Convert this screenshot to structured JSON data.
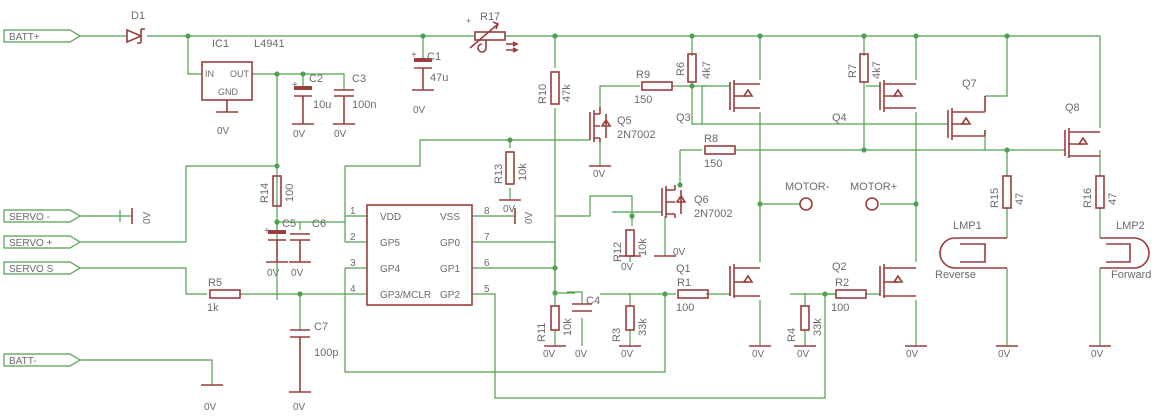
{
  "ports": {
    "batt_plus": "BATT+",
    "servo_minus": "SERVO -",
    "servo_plus": "SERVO +",
    "servo_s": "SERVO S",
    "batt_minus": "BATT-"
  },
  "gnd": "0V",
  "d1": {
    "name": "D1"
  },
  "ic1": {
    "name": "IC1",
    "value": "L4941",
    "pin_in": "IN",
    "pin_out": "OUT",
    "pin_gnd": "GND"
  },
  "c1": {
    "name": "C1",
    "value": "47u"
  },
  "c2": {
    "name": "C2",
    "value": "10u"
  },
  "c3": {
    "name": "C3",
    "value": "100n"
  },
  "c4": {
    "name": "C4"
  },
  "c5": {
    "name": "C5"
  },
  "c6": {
    "name": "C6"
  },
  "c7": {
    "name": "C7",
    "value": "100p"
  },
  "r1": {
    "name": "R1",
    "value": "100"
  },
  "r2": {
    "name": "R2",
    "value": "100"
  },
  "r3": {
    "name": "R3",
    "value": "33k"
  },
  "r4": {
    "name": "R4",
    "value": "33k"
  },
  "r5": {
    "name": "R5",
    "value": "1k"
  },
  "r6": {
    "name": "R6",
    "value": "4k7"
  },
  "r7": {
    "name": "R7",
    "value": "4k7"
  },
  "r8": {
    "name": "R8",
    "value": "150"
  },
  "r9": {
    "name": "R9",
    "value": "150"
  },
  "r10": {
    "name": "R10",
    "value": "47k"
  },
  "r11": {
    "name": "R11",
    "value": "10k"
  },
  "r12": {
    "name": "R12",
    "value": "10k"
  },
  "r13": {
    "name": "R13",
    "value": "10k"
  },
  "r14": {
    "name": "R14",
    "value": "100"
  },
  "r15": {
    "name": "R15",
    "value": "47"
  },
  "r16": {
    "name": "R16",
    "value": "47"
  },
  "r17": {
    "name": "R17"
  },
  "q1": {
    "name": "Q1"
  },
  "q2": {
    "name": "Q2"
  },
  "q3": {
    "name": "Q3"
  },
  "q4": {
    "name": "Q4"
  },
  "q5": {
    "name": "Q5",
    "value": "2N7002"
  },
  "q6": {
    "name": "Q6",
    "value": "2N7002"
  },
  "q7": {
    "name": "Q7"
  },
  "q8": {
    "name": "Q8"
  },
  "mcu": {
    "pin1": "1",
    "pin2": "2",
    "pin3": "3",
    "pin4": "4",
    "pin5": "5",
    "pin6": "6",
    "pin7": "7",
    "pin8": "8",
    "vdd": "VDD",
    "gp5": "GP5",
    "gp4": "GP4",
    "mclr": "GP3/MCLR",
    "vss": "VSS",
    "gp0": "GP0",
    "gp1": "GP1",
    "gp2": "GP2"
  },
  "motor_minus": "MOTOR-",
  "motor_plus": "MOTOR+",
  "lmp1": {
    "name": "LMP1",
    "label": "Reverse"
  },
  "lmp2": {
    "name": "LMP2",
    "label": "Forward"
  },
  "plus": "+"
}
